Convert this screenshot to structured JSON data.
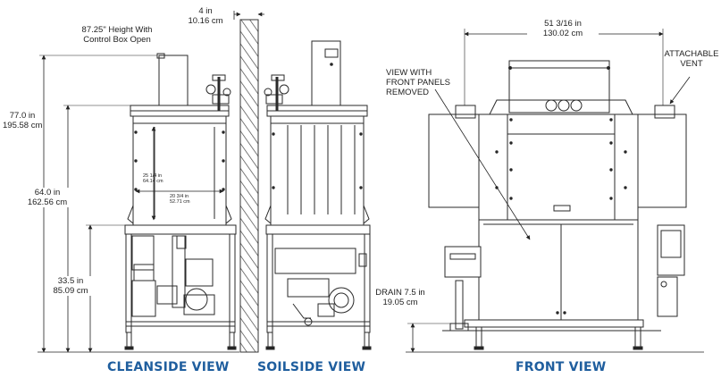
{
  "colors": {
    "line": "#2a2a2a",
    "title": "#1f5e9e",
    "hatch": "#444444"
  },
  "labels": {
    "wall_gap": [
      "4 in",
      "10.16 cm"
    ],
    "height_open": [
      "87.25\" Height With",
      "Control Box Open"
    ],
    "overall_height": [
      "77.0 in",
      "195.58 cm"
    ],
    "mid_height": [
      "64.0 in",
      "162.56 cm"
    ],
    "table_height": [
      "33.5 in",
      "85.09 cm"
    ],
    "inner_height": [
      "25 1/4 in",
      "64.14 cm"
    ],
    "inner_width": [
      "20 3/4 in",
      "52.71 cm"
    ],
    "front_width": [
      "51 3/16 in",
      "130.02 cm"
    ],
    "vent": [
      "ATTACHABLE",
      "VENT"
    ],
    "panels": [
      "VIEW WITH",
      "FRONT PANELS",
      "REMOVED"
    ],
    "drain": [
      "DRAIN 7.5 in",
      "19.05 cm"
    ]
  },
  "views": {
    "cleanside": "CLEANSIDE VIEW",
    "soilside": "SOILSIDE VIEW",
    "front": "FRONT VIEW"
  }
}
